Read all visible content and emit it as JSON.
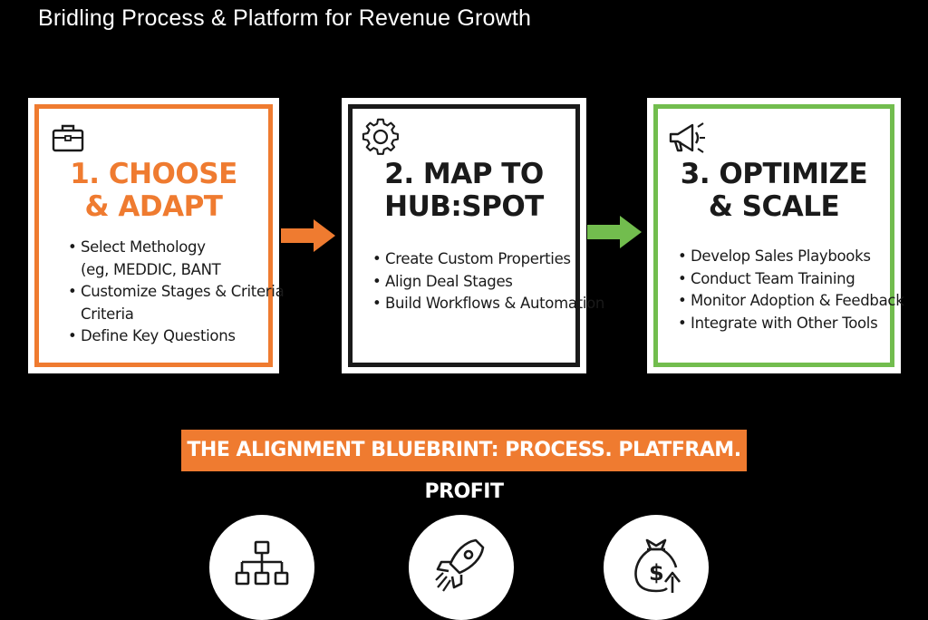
{
  "title": "Bridling Process & Platform for Revenue Growth",
  "colors": {
    "background": "#000000",
    "orange": "#ef7b30",
    "black_border": "#1a1a1a",
    "green": "#72bd4e",
    "text": "#1a1a1a"
  },
  "steps": [
    {
      "icon": "briefcase-icon",
      "title": "1. CHOOSE\n& ADAPT",
      "items": [
        "Select Methology",
        "(eg, MEDDIC, BANT",
        "Customize Stages & Criteria",
        "Criteria",
        "Define Key Questions"
      ]
    },
    {
      "icon": "gear-icon",
      "title": "2. MAP TO\nHUB:SPOT",
      "items": [
        "Create Custom Properties",
        "Align Deal Stages",
        "Build Workflows & Automation"
      ]
    },
    {
      "icon": "megaphone-icon",
      "title": "3. OPTIMIZE\n& SCALE",
      "items": [
        "Develop Sales Playbooks",
        "Conduct Team Training",
        "Monitor Adoption & Feedback",
        "Integrate with Other Tools"
      ]
    }
  ],
  "banner": "THE ALIGNMENT BLUEBRINT: PROCESS. PLATFRAM. PROFIT",
  "bottom_icons": [
    "hierarchy-icon",
    "rocket-icon",
    "money-bag-icon"
  ]
}
